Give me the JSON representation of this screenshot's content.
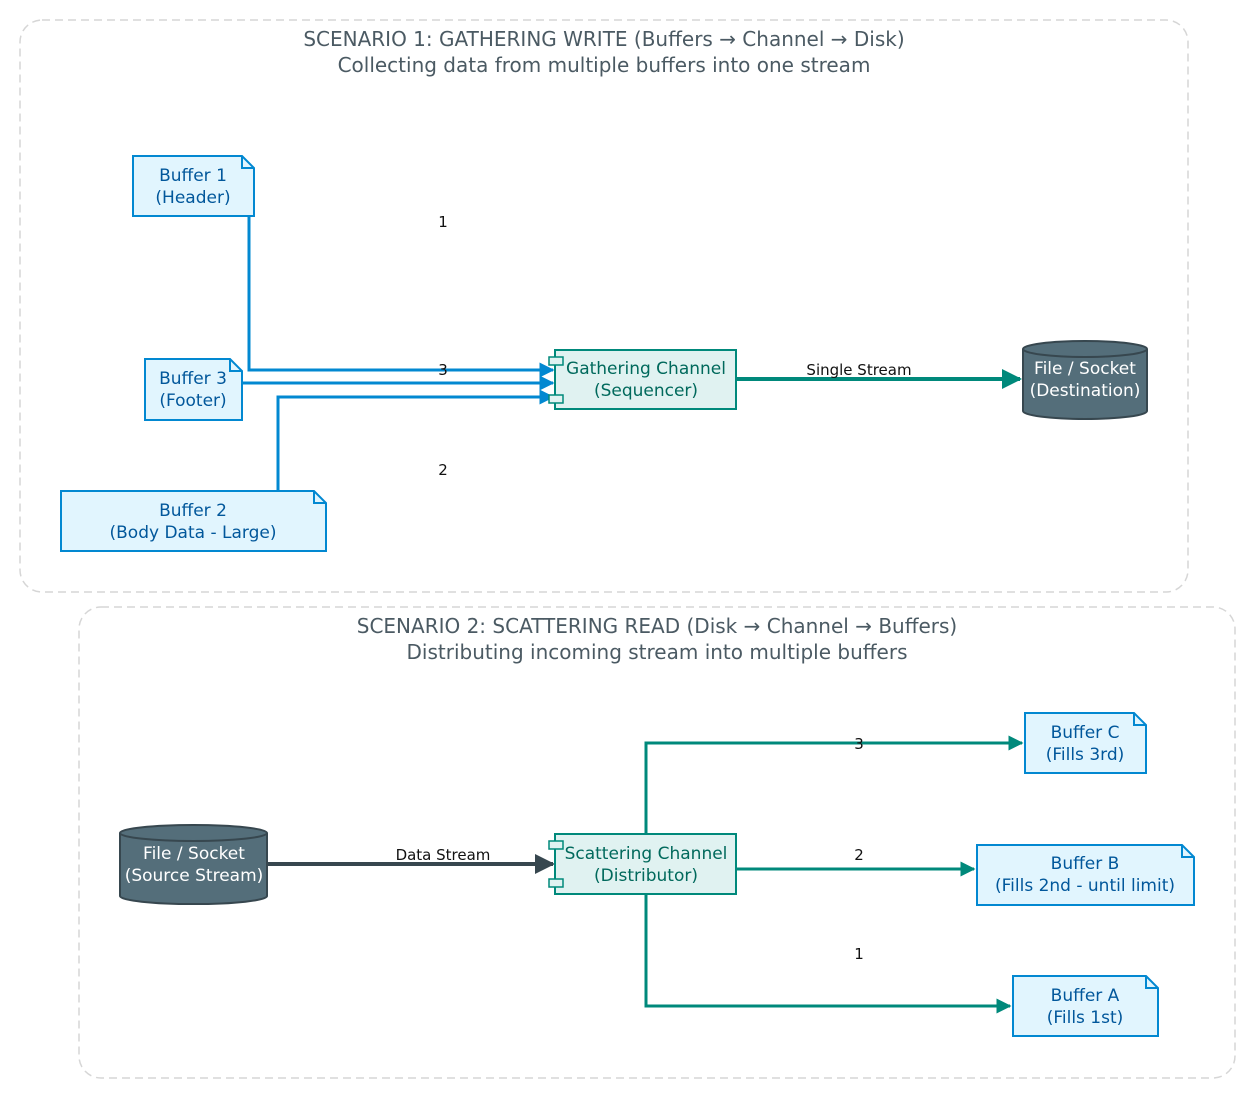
{
  "colors": {
    "cluster_border": "#d6d6d6",
    "buffer_fill": "#e1f5fe",
    "buffer_stroke": "#0288d1",
    "buffer_text": "#01579b",
    "channel_fill": "#e0f2f1",
    "channel_stroke": "#00897b",
    "channel_text": "#00695c",
    "db_fill": "#546e7a",
    "db_stroke": "#37474f",
    "db_text": "#ffffff",
    "edge_blue": "#0288d1",
    "edge_teal": "#00897b",
    "edge_dark": "#37474f"
  },
  "scenario1": {
    "title": "SCENARIO 1: GATHERING WRITE (Buffers → Channel → Disk)",
    "subtitle": "Collecting data from multiple buffers into one stream",
    "buffer1": {
      "line1": "Buffer 1",
      "line2": "(Header)"
    },
    "buffer3": {
      "line1": "Buffer 3",
      "line2": "(Footer)"
    },
    "buffer2": {
      "line1": "Buffer 2",
      "line2": "(Body Data - Large)"
    },
    "channel": {
      "line1": "Gathering Channel",
      "line2": "(Sequencer)"
    },
    "destination": {
      "line1": "File / Socket",
      "line2": "(Destination)"
    },
    "edges": {
      "e1": "1",
      "e3": "3",
      "e2": "2",
      "stream": "Single Stream"
    }
  },
  "scenario2": {
    "title": "SCENARIO 2: SCATTERING READ (Disk → Channel → Buffers)",
    "subtitle": "Distributing incoming stream into multiple buffers",
    "source": {
      "line1": "File / Socket",
      "line2": "(Source Stream)"
    },
    "channel": {
      "line1": "Scattering Channel",
      "line2": "(Distributor)"
    },
    "bufferC": {
      "line1": "Buffer C",
      "line2": "(Fills 3rd)"
    },
    "bufferB": {
      "line1": "Buffer B",
      "line2": "(Fills 2nd - until limit)"
    },
    "bufferA": {
      "line1": "Buffer A",
      "line2": "(Fills 1st)"
    },
    "edges": {
      "stream": "Data Stream",
      "e3": "3",
      "e2": "2",
      "e1": "1"
    }
  }
}
